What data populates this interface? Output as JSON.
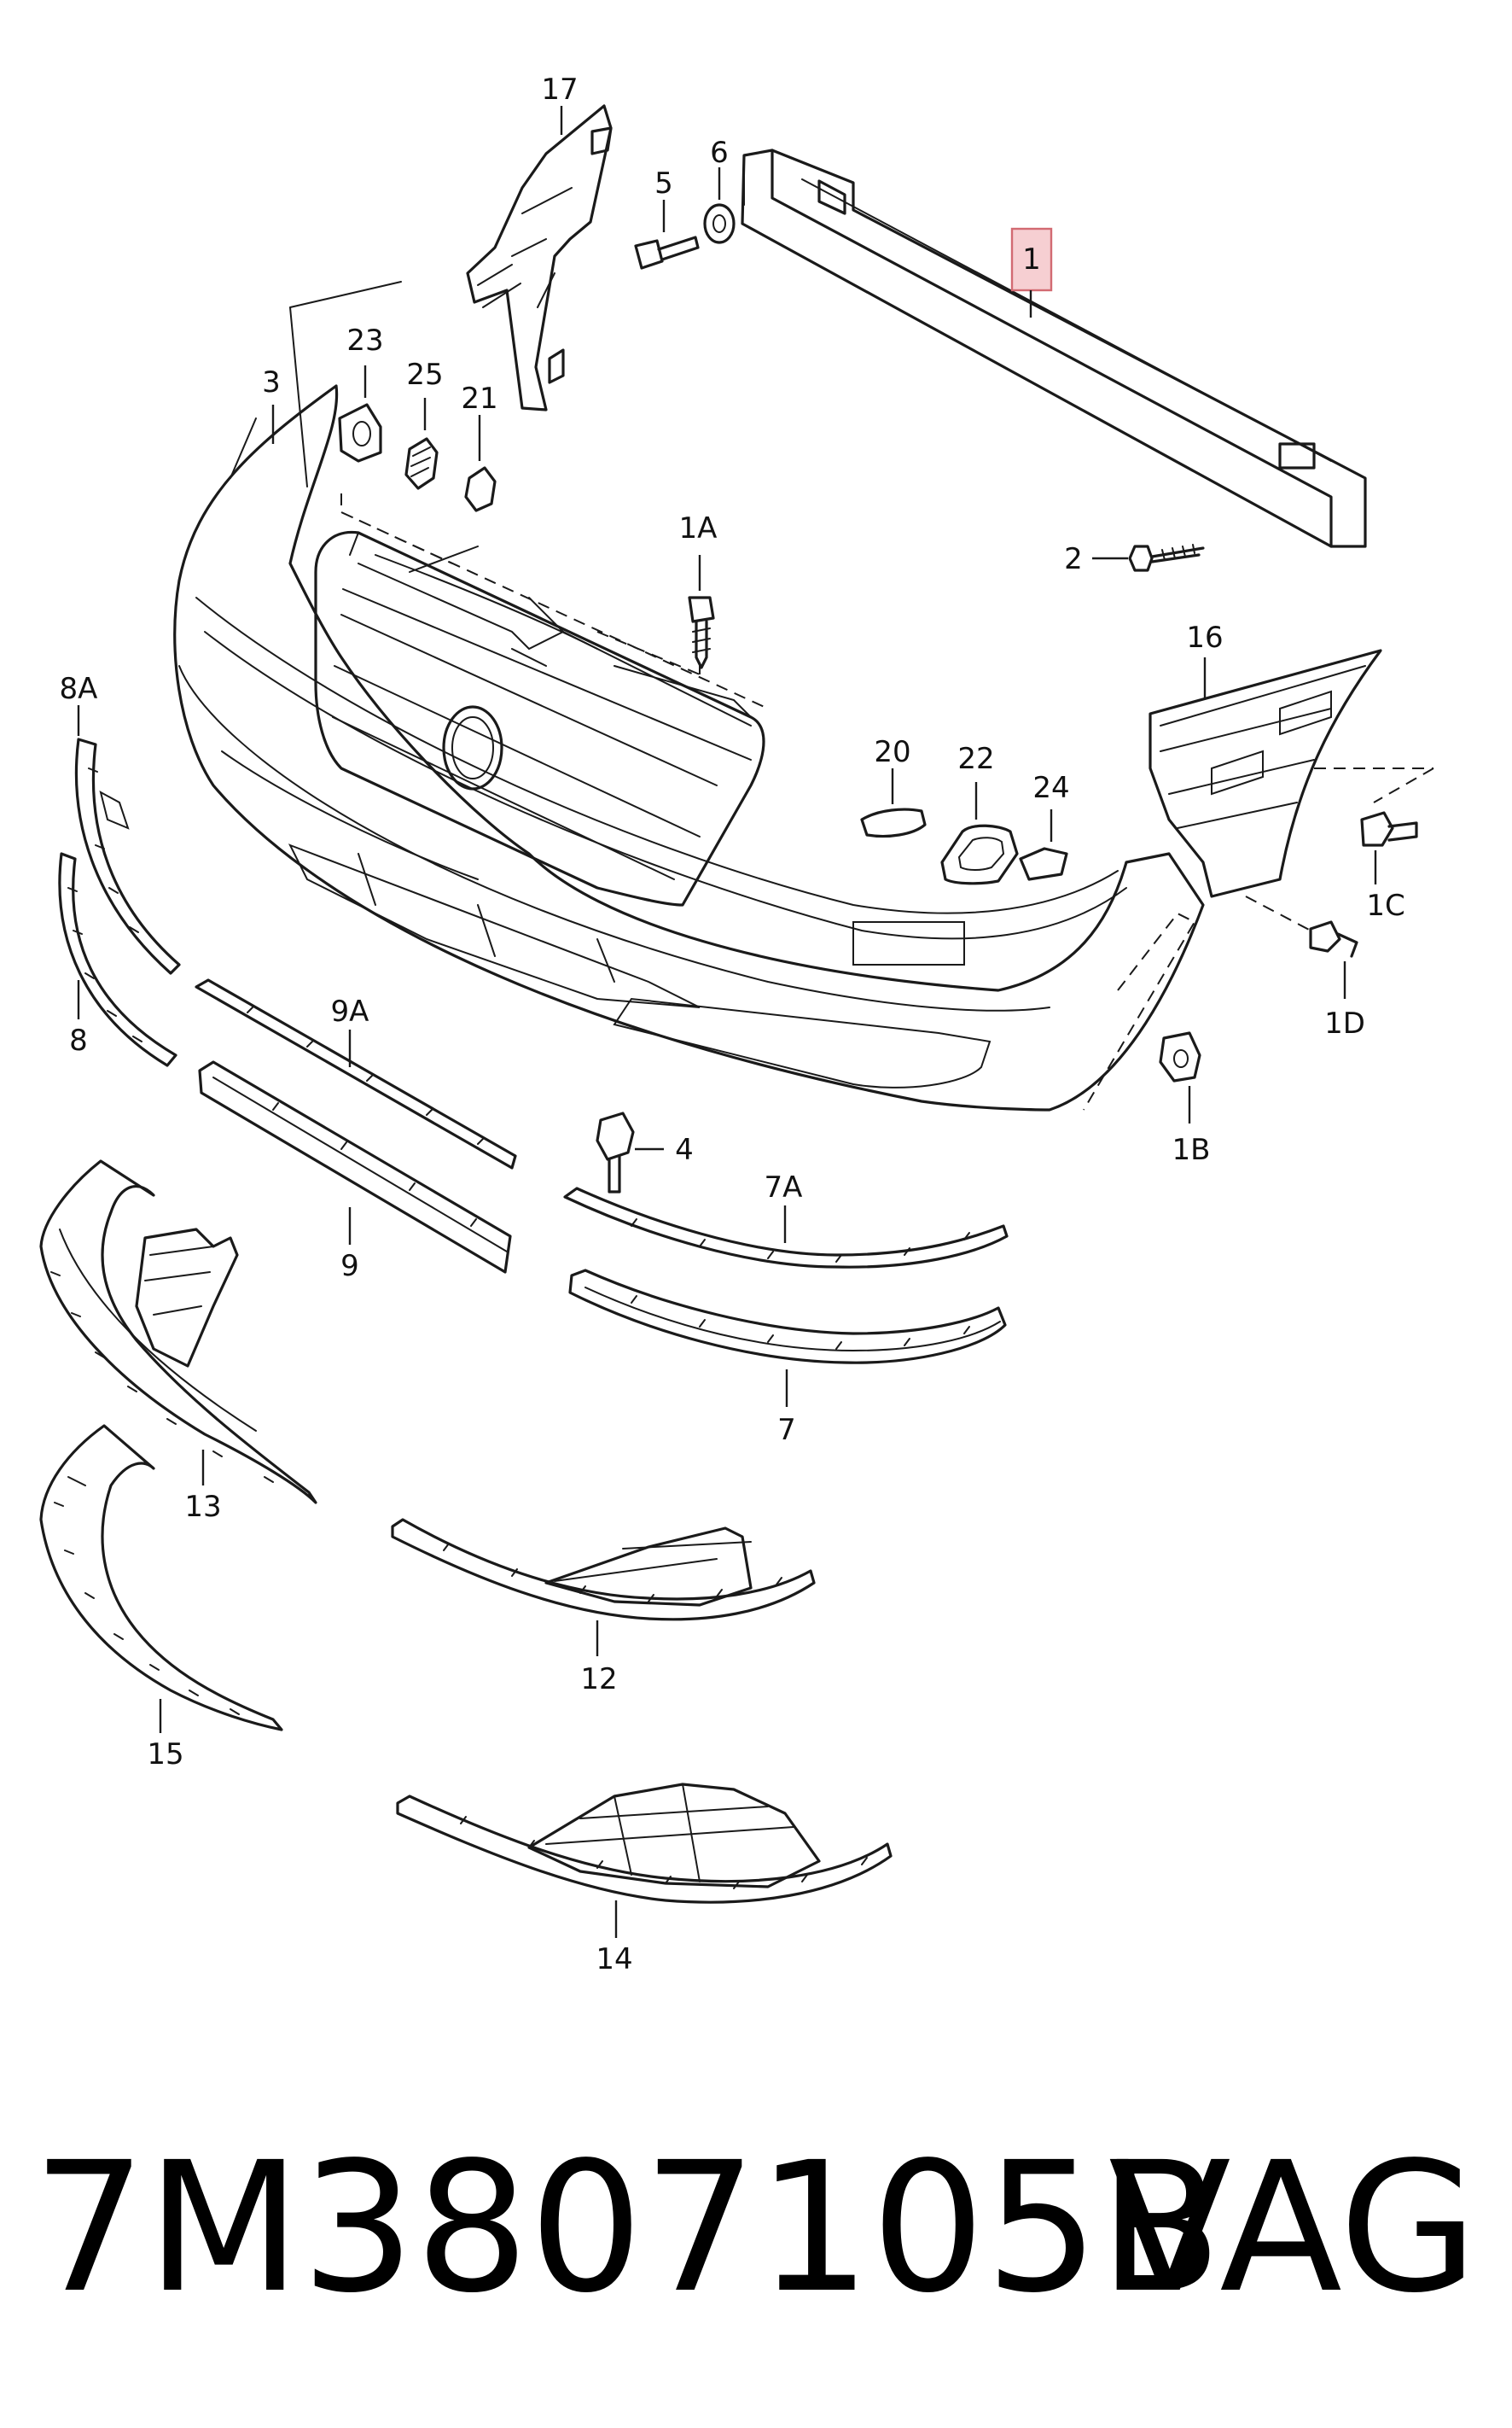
{
  "diagram": {
    "highlight_color": "#f6cfd2",
    "highlighted_callout": "1",
    "callouts": {
      "c1": "1",
      "c2": "2",
      "c3": "3",
      "c4": "4",
      "c5": "5",
      "c6": "6",
      "c7": "7",
      "c7A": "7A",
      "c8": "8",
      "c8A": "8A",
      "c9": "9",
      "c9A": "9A",
      "c12": "12",
      "c13": "13",
      "c14": "14",
      "c15": "15",
      "c16": "16",
      "c17": "17",
      "c20": "20",
      "c21": "21",
      "c22": "22",
      "c23": "23",
      "c24": "24",
      "c25": "25",
      "c1A": "1A",
      "c1B": "1B",
      "c1C": "1C",
      "c1D": "1D"
    }
  },
  "footer": {
    "part_number": "7M3807105B",
    "brand": "VAG"
  }
}
